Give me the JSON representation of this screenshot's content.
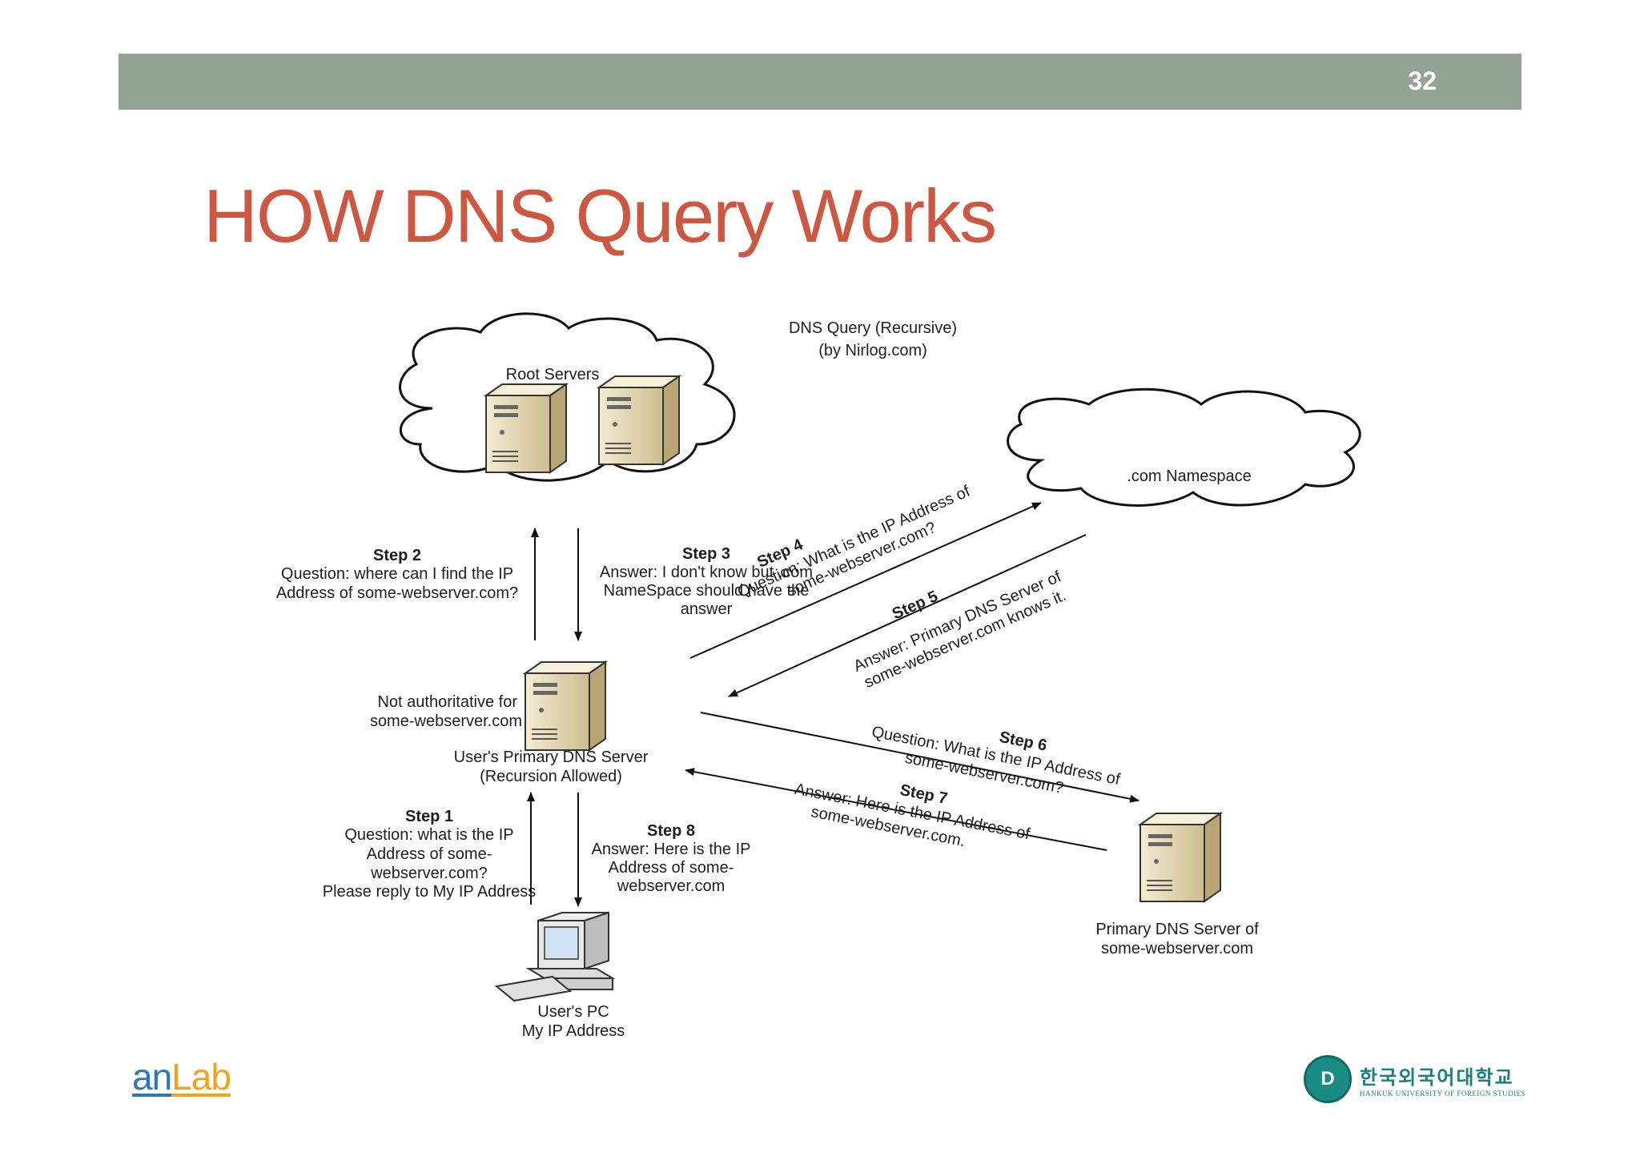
{
  "header": {
    "slide_number": "32"
  },
  "title": "HOW DNS Query Works",
  "diagram": {
    "caption_line1": "DNS Query (Recursive)",
    "caption_line2": "(by Nirlog.com)",
    "root_servers": "Root Servers",
    "com_namespace": ".com Namespace",
    "primary_dns": {
      "line1": "User's Primary DNS Server",
      "line2": "(Recursion Allowed)"
    },
    "not_authoritative": {
      "line1": "Not authoritative for",
      "line2": "some-webserver.com"
    },
    "users_pc": {
      "line1": "User's PC",
      "line2": "My IP Address"
    },
    "authoritative_dns": {
      "line1": "Primary DNS Server of",
      "line2": "some-webserver.com"
    },
    "steps": {
      "step1": {
        "label": "Step 1",
        "lines": [
          "Question: what is the IP",
          "Address of some-",
          "webserver.com?",
          "Please reply to My IP Address"
        ]
      },
      "step2": {
        "label": "Step 2",
        "lines": [
          "Question: where can I find the IP",
          "Address of some-webserver.com?"
        ]
      },
      "step3": {
        "label": "Step 3",
        "lines": [
          "Answer: I don't know but .com",
          "NameSpace should have the",
          "answer"
        ]
      },
      "step4": {
        "label": "Step 4",
        "lines": [
          "Question: What is the IP Address of",
          "some-webserver.com?"
        ]
      },
      "step5": {
        "label": "Step 5",
        "lines": [
          "Answer: Primary DNS Server of",
          "some-webserver.com knows it."
        ]
      },
      "step6": {
        "label": "Step 6",
        "lines": [
          "Question: What is the IP Address of",
          "some-webserver.com?"
        ]
      },
      "step7": {
        "label": "Step 7",
        "lines": [
          "Answer: Here is the IP Address of",
          "some-webserver.com."
        ]
      },
      "step8": {
        "label": "Step 8",
        "lines": [
          "Answer: Here is the IP",
          "Address of some-",
          "webserver.com"
        ]
      }
    }
  },
  "footer": {
    "logo_left_a": "an",
    "logo_left_b": "Lab",
    "univ_seal": "D",
    "univ_ko": "한국외국어대학교",
    "univ_en": "HANKUK UNIVERSITY OF FOREIGN STUDIES"
  },
  "colors": {
    "header_bar": "#93a497",
    "title": "#cd5741",
    "server": "#e3d7b4"
  }
}
